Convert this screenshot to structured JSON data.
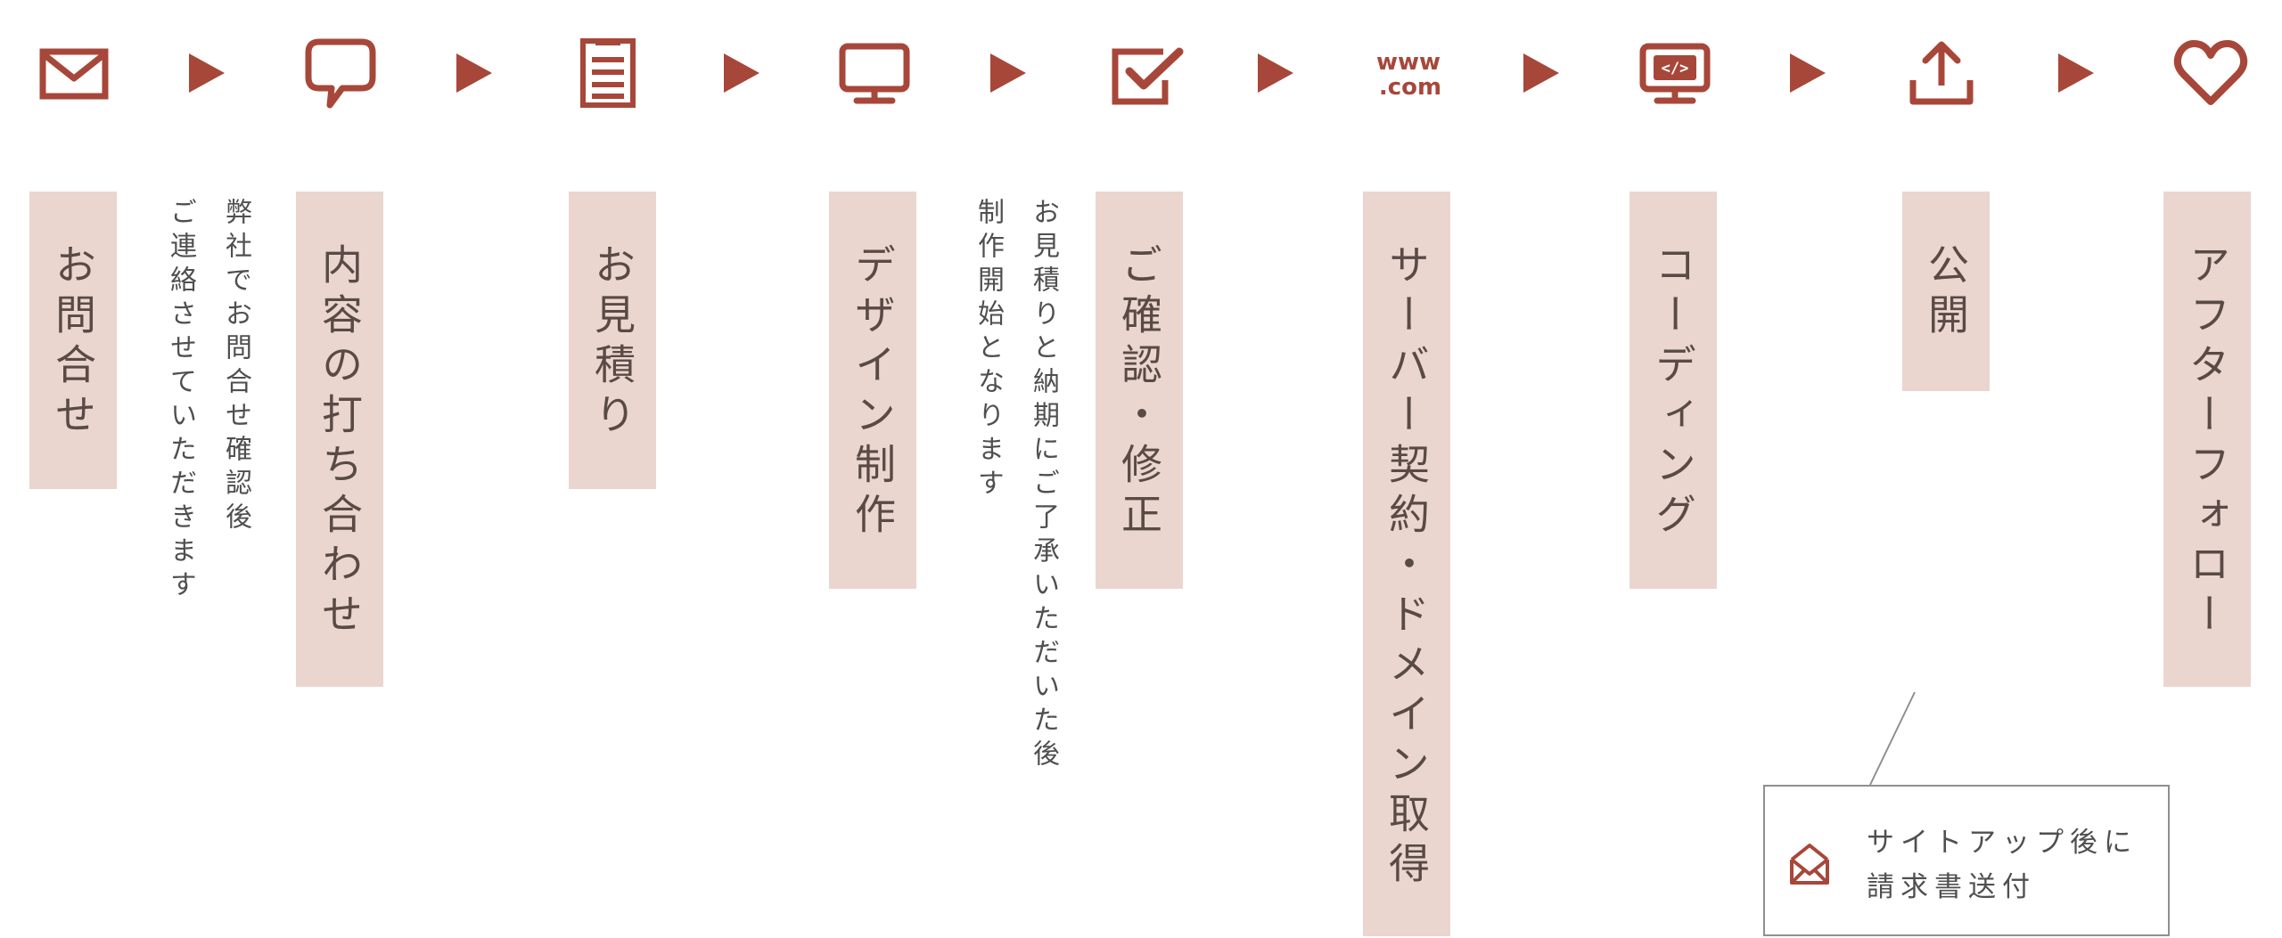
{
  "colors": {
    "accent": "#a7473a",
    "label_bg": "#ead6cf",
    "text": "#5a4a46"
  },
  "steps": [
    {
      "icon": "mail-icon",
      "label": "お問合せ"
    },
    {
      "icon": "speech-bubble-icon",
      "label": "内容の打ち合わせ"
    },
    {
      "icon": "document-icon",
      "label": "お見積り"
    },
    {
      "icon": "monitor-icon",
      "label": "デザイン制作"
    },
    {
      "icon": "checkbox-icon",
      "label": "ご確認・修正"
    },
    {
      "icon": "www-domain-icon",
      "label": "サーバー契約・ドメイン取得",
      "icon_text": [
        "www",
        ".com"
      ]
    },
    {
      "icon": "code-monitor-icon",
      "label": "コーディング",
      "icon_text": [
        "</>"
      ]
    },
    {
      "icon": "upload-icon",
      "label": "公開"
    },
    {
      "icon": "heart-icon",
      "label": "アフターフォロー"
    }
  ],
  "notes": [
    {
      "lines": [
        "弊社でお問合せ確認後",
        "ご連絡させていただきます"
      ]
    },
    {
      "lines": [
        "お見積りと納期にご了承いただいた後",
        "制作開始となります"
      ]
    }
  ],
  "callout": {
    "icon": "open-envelope-icon",
    "lines": [
      "サイトアップ後に",
      "請求書送付"
    ]
  }
}
